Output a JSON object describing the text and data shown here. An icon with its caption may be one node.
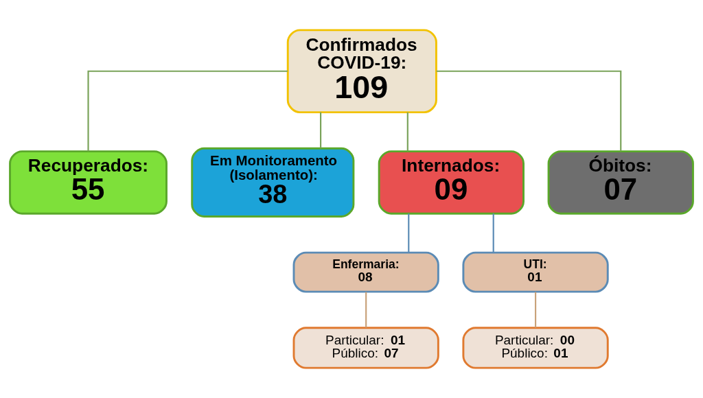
{
  "diagram": {
    "nodes": [
      {
        "text": [
          "Confirmados COVID-19:",
          "109"
        ]
      },
      {
        "text": [
          "Recuperados:",
          "55"
        ]
      },
      {
        "text": [
          "Em Monitoramento (Isolamento):",
          "38"
        ]
      },
      {
        "text": [
          "Internados:",
          "09"
        ]
      },
      {
        "text": [
          "Óbitos:",
          "07"
        ]
      },
      {
        "text": [
          "Enfermaria:",
          "08"
        ]
      },
      {
        "text": [
          "UTI:",
          "01"
        ]
      },
      {
        "text": [
          "Particular: **01**",
          "Público: **07**"
        ]
      },
      {
        "text": [
          "Particular: **00**",
          "Público: **01**"
        ]
      }
    ],
    "edges": [
      {
        "from": 0,
        "to": 1,
        "arrow": "none",
        "color": "#7aa35a"
      },
      {
        "from": 0,
        "to": 2,
        "arrow": "none",
        "color": "#7aa35a"
      },
      {
        "from": 0,
        "to": 3,
        "arrow": "none",
        "color": "#7aa35a"
      },
      {
        "from": 0,
        "to": 4,
        "arrow": "none",
        "color": "#7aa35a"
      },
      {
        "from": 3,
        "to": 5,
        "arrow": "none",
        "color": "#5b8bb5"
      },
      {
        "from": 3,
        "to": 6,
        "arrow": "none",
        "color": "#5b8bb5"
      },
      {
        "from": 5,
        "to": 7,
        "arrow": "none",
        "color": "#c9a27a"
      },
      {
        "from": 6,
        "to": 8,
        "arrow": "none",
        "color": "#c9a27a"
      }
    ]
  }
}
